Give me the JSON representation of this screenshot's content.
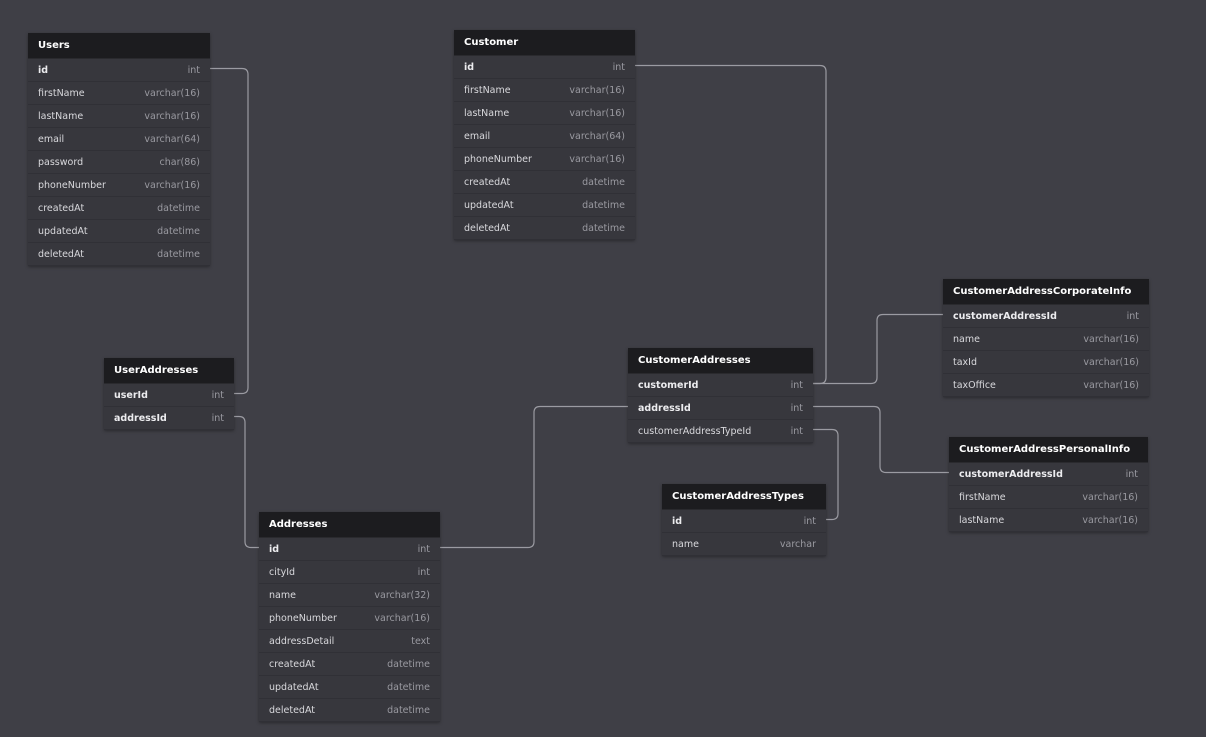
{
  "tables": [
    {
      "name": "Users",
      "columns": [
        {
          "name": "id",
          "type": "int",
          "key": true
        },
        {
          "name": "firstName",
          "type": "varchar(16)"
        },
        {
          "name": "lastName",
          "type": "varchar(16)"
        },
        {
          "name": "email",
          "type": "varchar(64)"
        },
        {
          "name": "password",
          "type": "char(86)"
        },
        {
          "name": "phoneNumber",
          "type": "varchar(16)"
        },
        {
          "name": "createdAt",
          "type": "datetime"
        },
        {
          "name": "updatedAt",
          "type": "datetime"
        },
        {
          "name": "deletedAt",
          "type": "datetime"
        }
      ]
    },
    {
      "name": "Customer",
      "columns": [
        {
          "name": "id",
          "type": "int",
          "key": true
        },
        {
          "name": "firstName",
          "type": "varchar(16)"
        },
        {
          "name": "lastName",
          "type": "varchar(16)"
        },
        {
          "name": "email",
          "type": "varchar(64)"
        },
        {
          "name": "phoneNumber",
          "type": "varchar(16)"
        },
        {
          "name": "createdAt",
          "type": "datetime"
        },
        {
          "name": "updatedAt",
          "type": "datetime"
        },
        {
          "name": "deletedAt",
          "type": "datetime"
        }
      ]
    },
    {
      "name": "UserAddresses",
      "columns": [
        {
          "name": "userId",
          "type": "int",
          "key": true
        },
        {
          "name": "addressId",
          "type": "int",
          "key": true
        }
      ]
    },
    {
      "name": "CustomerAddresses",
      "columns": [
        {
          "name": "customerId",
          "type": "int",
          "key": true
        },
        {
          "name": "addressId",
          "type": "int",
          "key": true
        },
        {
          "name": "customerAddressTypeId",
          "type": "int"
        }
      ]
    },
    {
      "name": "CustomerAddressCorporateInfo",
      "columns": [
        {
          "name": "customerAddressId",
          "type": "int",
          "key": true
        },
        {
          "name": "name",
          "type": "varchar(16)"
        },
        {
          "name": "taxId",
          "type": "varchar(16)"
        },
        {
          "name": "taxOffice",
          "type": "varchar(16)"
        }
      ]
    },
    {
      "name": "CustomerAddressPersonalInfo",
      "columns": [
        {
          "name": "customerAddressId",
          "type": "int",
          "key": true
        },
        {
          "name": "firstName",
          "type": "varchar(16)"
        },
        {
          "name": "lastName",
          "type": "varchar(16)"
        }
      ]
    },
    {
      "name": "CustomerAddressTypes",
      "columns": [
        {
          "name": "id",
          "type": "int",
          "key": true
        },
        {
          "name": "name",
          "type": "varchar"
        }
      ]
    },
    {
      "name": "Addresses",
      "columns": [
        {
          "name": "id",
          "type": "int",
          "key": true
        },
        {
          "name": "cityId",
          "type": "int"
        },
        {
          "name": "name",
          "type": "varchar(32)"
        },
        {
          "name": "phoneNumber",
          "type": "varchar(16)"
        },
        {
          "name": "addressDetail",
          "type": "text"
        },
        {
          "name": "createdAt",
          "type": "datetime"
        },
        {
          "name": "updatedAt",
          "type": "datetime"
        },
        {
          "name": "deletedAt",
          "type": "datetime"
        }
      ]
    }
  ],
  "relations": [
    {
      "from": {
        "table": "Users",
        "column": "id"
      },
      "to": {
        "table": "UserAddresses",
        "column": "userId"
      }
    },
    {
      "from": {
        "table": "Addresses",
        "column": "id"
      },
      "to": {
        "table": "UserAddresses",
        "column": "addressId"
      }
    },
    {
      "from": {
        "table": "Customer",
        "column": "id"
      },
      "to": {
        "table": "CustomerAddresses",
        "column": "customerId"
      }
    },
    {
      "from": {
        "table": "Addresses",
        "column": "id"
      },
      "to": {
        "table": "CustomerAddresses",
        "column": "addressId"
      }
    },
    {
      "from": {
        "table": "CustomerAddressTypes",
        "column": "id"
      },
      "to": {
        "table": "CustomerAddresses",
        "column": "customerAddressTypeId"
      }
    },
    {
      "from": {
        "table": "CustomerAddresses",
        "column": "customerId"
      },
      "to": {
        "table": "CustomerAddressCorporateInfo",
        "column": "customerAddressId"
      }
    },
    {
      "from": {
        "table": "CustomerAddresses",
        "column": "addressId"
      },
      "to": {
        "table": "CustomerAddressPersonalInfo",
        "column": "customerAddressId"
      }
    }
  ]
}
